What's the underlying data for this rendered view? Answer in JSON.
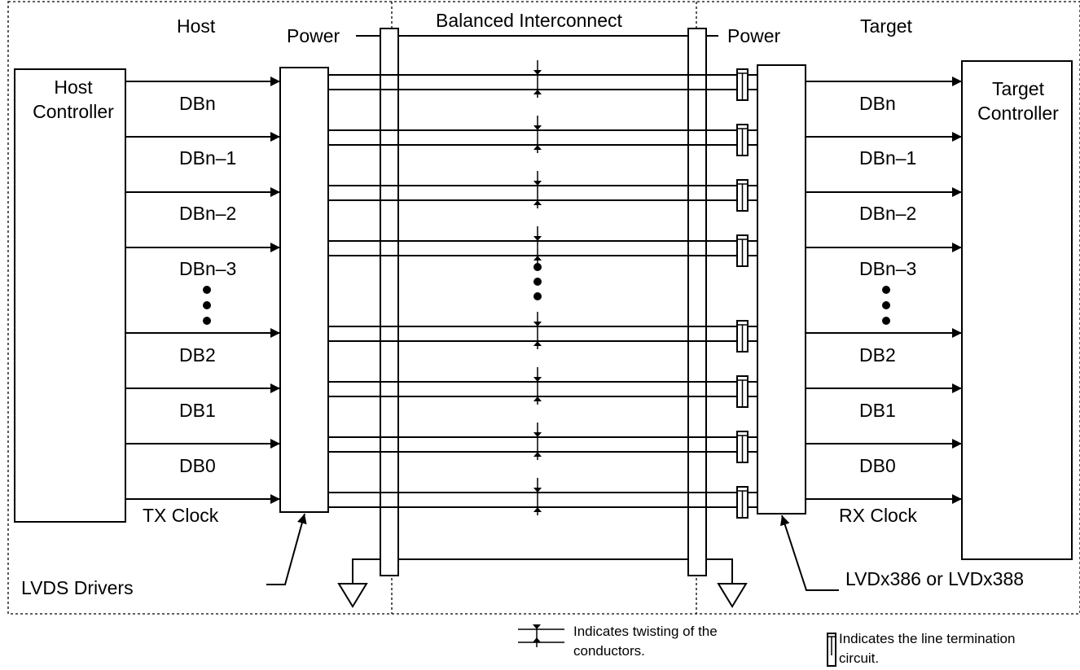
{
  "labels": {
    "host": "Host",
    "target": "Target",
    "balanced_interconnect": "Balanced Interconnect",
    "power_left": "Power",
    "power_right": "Power",
    "host_controller": [
      "Host",
      "Controller"
    ],
    "target_controller": [
      "Target",
      "Controller"
    ],
    "lvds_drivers": "LVDS Drivers",
    "receivers": "LVDx386 or LVDx388",
    "tx_clock": "TX Clock",
    "rx_clock": "RX Clock"
  },
  "signals": [
    "DBn",
    "DBn–1",
    "DBn–2",
    "DBn–3",
    "DB2",
    "DB1",
    "DB0"
  ],
  "legend": {
    "twist": [
      "Indicates twisting of the",
      "conductors."
    ],
    "termination": [
      "Indicates the line termination",
      "circuit."
    ]
  }
}
